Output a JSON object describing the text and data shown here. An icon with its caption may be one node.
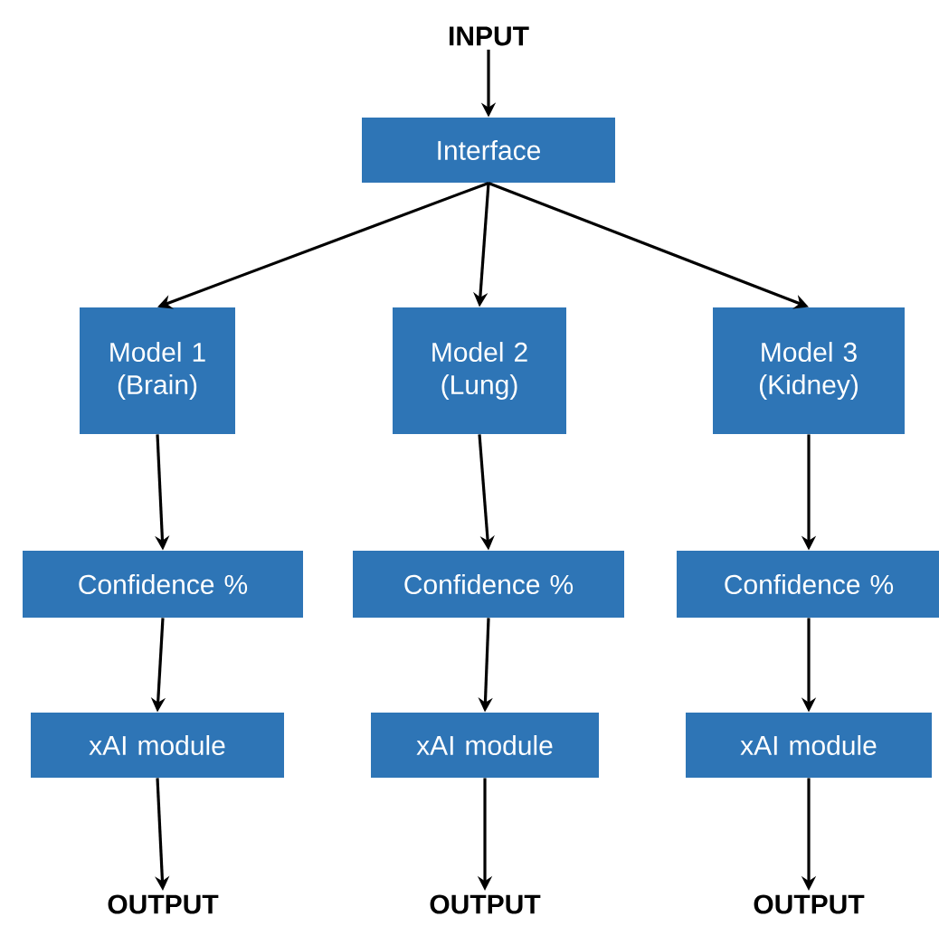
{
  "diagram": {
    "nodes": [
      {
        "text": [
          "INPUT"
        ]
      },
      {
        "text": [
          "Interface"
        ]
      },
      {
        "text": [
          "Model 1 (Brain)"
        ]
      },
      {
        "text": [
          "Model 2 (Lung)"
        ]
      },
      {
        "text": [
          "Model 3 (Kidney)"
        ]
      },
      {
        "text": [
          "Confidence %"
        ]
      },
      {
        "text": [
          "Confidence %"
        ]
      },
      {
        "text": [
          "Confidence %"
        ]
      },
      {
        "text": [
          "xAI module"
        ]
      },
      {
        "text": [
          "xAI module"
        ]
      },
      {
        "text": [
          "xAI module"
        ]
      },
      {
        "text": [
          "OUTPUT"
        ]
      },
      {
        "text": [
          "OUTPUT"
        ]
      },
      {
        "text": [
          "OUTPUT"
        ]
      }
    ],
    "edges": [
      {
        "from": 0,
        "to": 1,
        "arrow": "to"
      },
      {
        "from": 1,
        "to": 2,
        "arrow": "to"
      },
      {
        "from": 1,
        "to": 3,
        "arrow": "to"
      },
      {
        "from": 1,
        "to": 4,
        "arrow": "to"
      },
      {
        "from": 2,
        "to": 5,
        "arrow": "to"
      },
      {
        "from": 3,
        "to": 6,
        "arrow": "to"
      },
      {
        "from": 4,
        "to": 7,
        "arrow": "to"
      },
      {
        "from": 5,
        "to": 8,
        "arrow": "to"
      },
      {
        "from": 6,
        "to": 9,
        "arrow": "to"
      },
      {
        "from": 7,
        "to": 10,
        "arrow": "to"
      },
      {
        "from": 8,
        "to": 11,
        "arrow": "to"
      },
      {
        "from": 9,
        "to": 12,
        "arrow": "to"
      },
      {
        "from": 10,
        "to": 13,
        "arrow": "to"
      }
    ]
  }
}
